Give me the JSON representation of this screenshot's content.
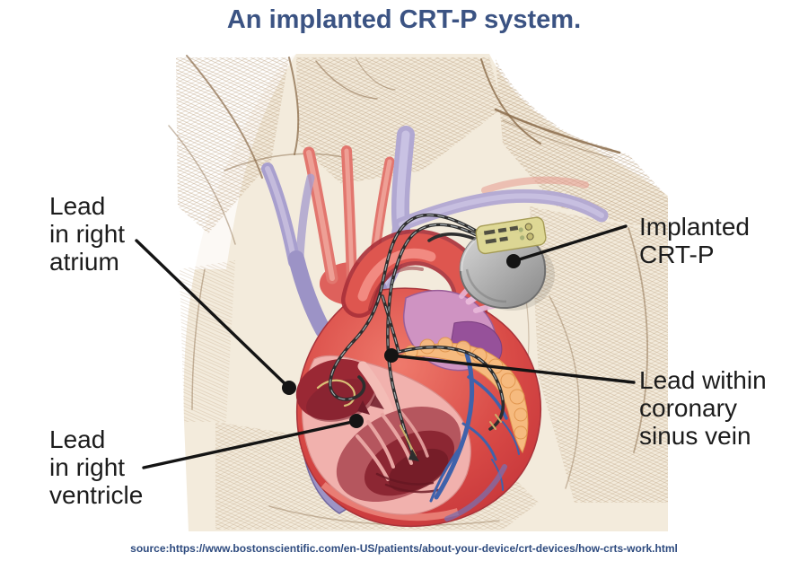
{
  "title": {
    "text": "An implanted CRT-P system."
  },
  "figure": {
    "callout_labels": {
      "lead_right_atrium": {
        "lines": [
          "Lead",
          "in right",
          "atrium"
        ]
      },
      "lead_right_ventricle": {
        "lines": [
          "Lead",
          "in right",
          "ventricle"
        ]
      },
      "implanted_crtp": {
        "lines": [
          "Implanted",
          "CRT-P"
        ]
      },
      "lead_coronary_sinus": {
        "lines": [
          "Lead within",
          "coronary",
          "sinus vein"
        ]
      }
    }
  },
  "source": {
    "text": "source:https://www.bostonscientific.com/en-US/patients/about-your-device/crt-devices/how-crts-work.html"
  },
  "colors": {
    "title_text": "#3b5383",
    "label_text": "#1c1c1c",
    "source_text": "#2d4a7e",
    "callout_line": "#141414",
    "lead_dark": "#2e2e2e",
    "sketch_brown": "#8a6b4a",
    "skin_cream": "#f3ebdc",
    "heart_red": "#d84a46",
    "vein_purple": "#a79ecd",
    "artery_red": "#dc5a54",
    "fat_orange": "#f6ba7e",
    "coronary_vein_blue": "#3f62ab",
    "device_gray": "#a9a9a9",
    "device_header_yellow": "#ded893"
  }
}
